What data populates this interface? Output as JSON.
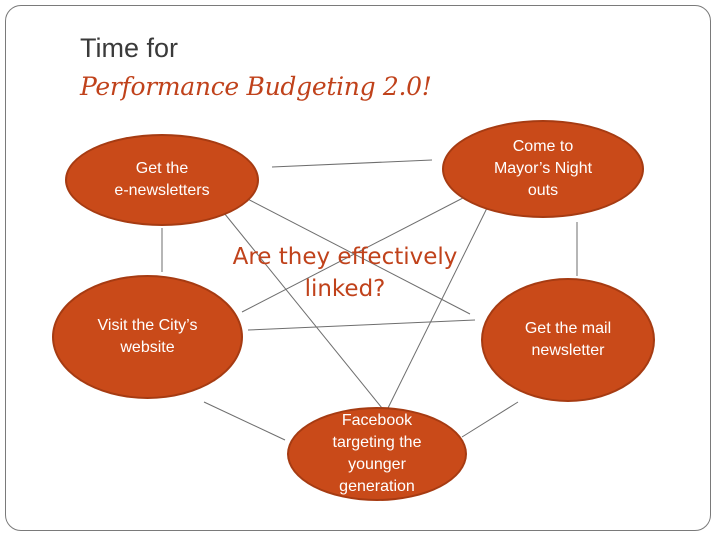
{
  "title": {
    "line1": "Time for",
    "line2": "Performance Budgeting 2.0!"
  },
  "diagram": {
    "question": "Are they effectively\nlinked?",
    "nodes": {
      "newsletters": "Get the\ne-newsletters",
      "mayor": "Come to\nMayor’s Night\nouts",
      "website": "Visit the City’s\nwebsite",
      "mail": "Get the mail\nnewsletter",
      "facebook": "Facebook\ntargeting the\nyounger\ngeneration"
    },
    "colors": {
      "node_fill": "#c94a19",
      "accent_text": "#c0421b",
      "line": "#6e6e6e"
    }
  }
}
